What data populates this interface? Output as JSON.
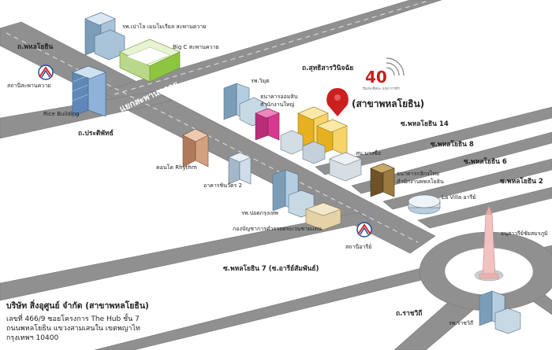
{
  "map": {
    "roads": {
      "phahon_top": "ถ.พหลโยธิน",
      "pradipat": "ถ.ประดิพัทธ์",
      "sutthisan": "ถ.สุทธิสารวินิจฉัย",
      "saphan_khwai_junction": "แยกสะพานควาย",
      "soi14": "ซ.พหลโยธิน 14",
      "soi8": "ซ.พหลโยธิน 8",
      "soi6": "ซ.พหลโยธิน 6",
      "soi2": "ซ.พหลโยธิน 2",
      "soi7": "ซ.พหลโยธิน 7 (ซ.อารีย์สัมพันธ์)",
      "ratchawithi": "ถ.ราชวิถี"
    },
    "landmarks": {
      "paolo": "รพ.เปาโล เมมโมเรียล สะพานควาย",
      "bigc": "Big C สะพานควาย",
      "bts_saphan_khwai": "สถานีสะพานควาย",
      "rice_building": "Rice Building",
      "vimut": "รพ.วิมุต",
      "gov_savings_line1": "ธนาคารออมสิน",
      "gov_savings_line2": "สำนักงานใหญ่",
      "branch_name": "(สาขาพหลโยธิน)",
      "rhythm": "คอนโด Rhythm",
      "chinawat2": "อาคารชินวัตร 2",
      "bangsue_office": "สน.บางซื่อ",
      "kasikorn_line1": "ธนาคารกสิกรไทย",
      "kasikorn_line2": "สำนักงานพหลโยธิน",
      "lavilla": "La Villa อารีย์",
      "paolo_krungthep": "รพ.ปอดกรุงเทพ",
      "audit_division": "กองบัญชาการตำรวจตระเวนชายแดน",
      "bts_ari": "สถานีอารีย์",
      "victory_monument": "อนุสาวรีย์ชัยสมรภูมิ",
      "ratchawithi_hospital": "รพ.ราชวิถี"
    },
    "logo": {
      "number": "40",
      "caption": "ปีแห่ง ศิลปะ แห่ง การทำ"
    },
    "colors": {
      "road": "#8f8f8f",
      "road_edge": "#7a7a7a",
      "pin": "#cc1f1f",
      "bigc_green": "#8cc63f",
      "pink_building": "#d63a8f",
      "yellow_building": "#f2c230",
      "bts_blue": "#1a4fa0",
      "bts_red": "#e0232a"
    }
  },
  "address": {
    "company": "บริษัท สิ่งอุศูนย์ จำกัด (สาขาพหลโยธิน)",
    "line1": "เลขที่ 466/9 ซอยโครงการ The Hub ชั้น 7",
    "line2": "ถนนพหลโยธิน แขวงสามเสนใน เขตพญาไท",
    "line3": "กรุงเทพฯ 10400"
  }
}
